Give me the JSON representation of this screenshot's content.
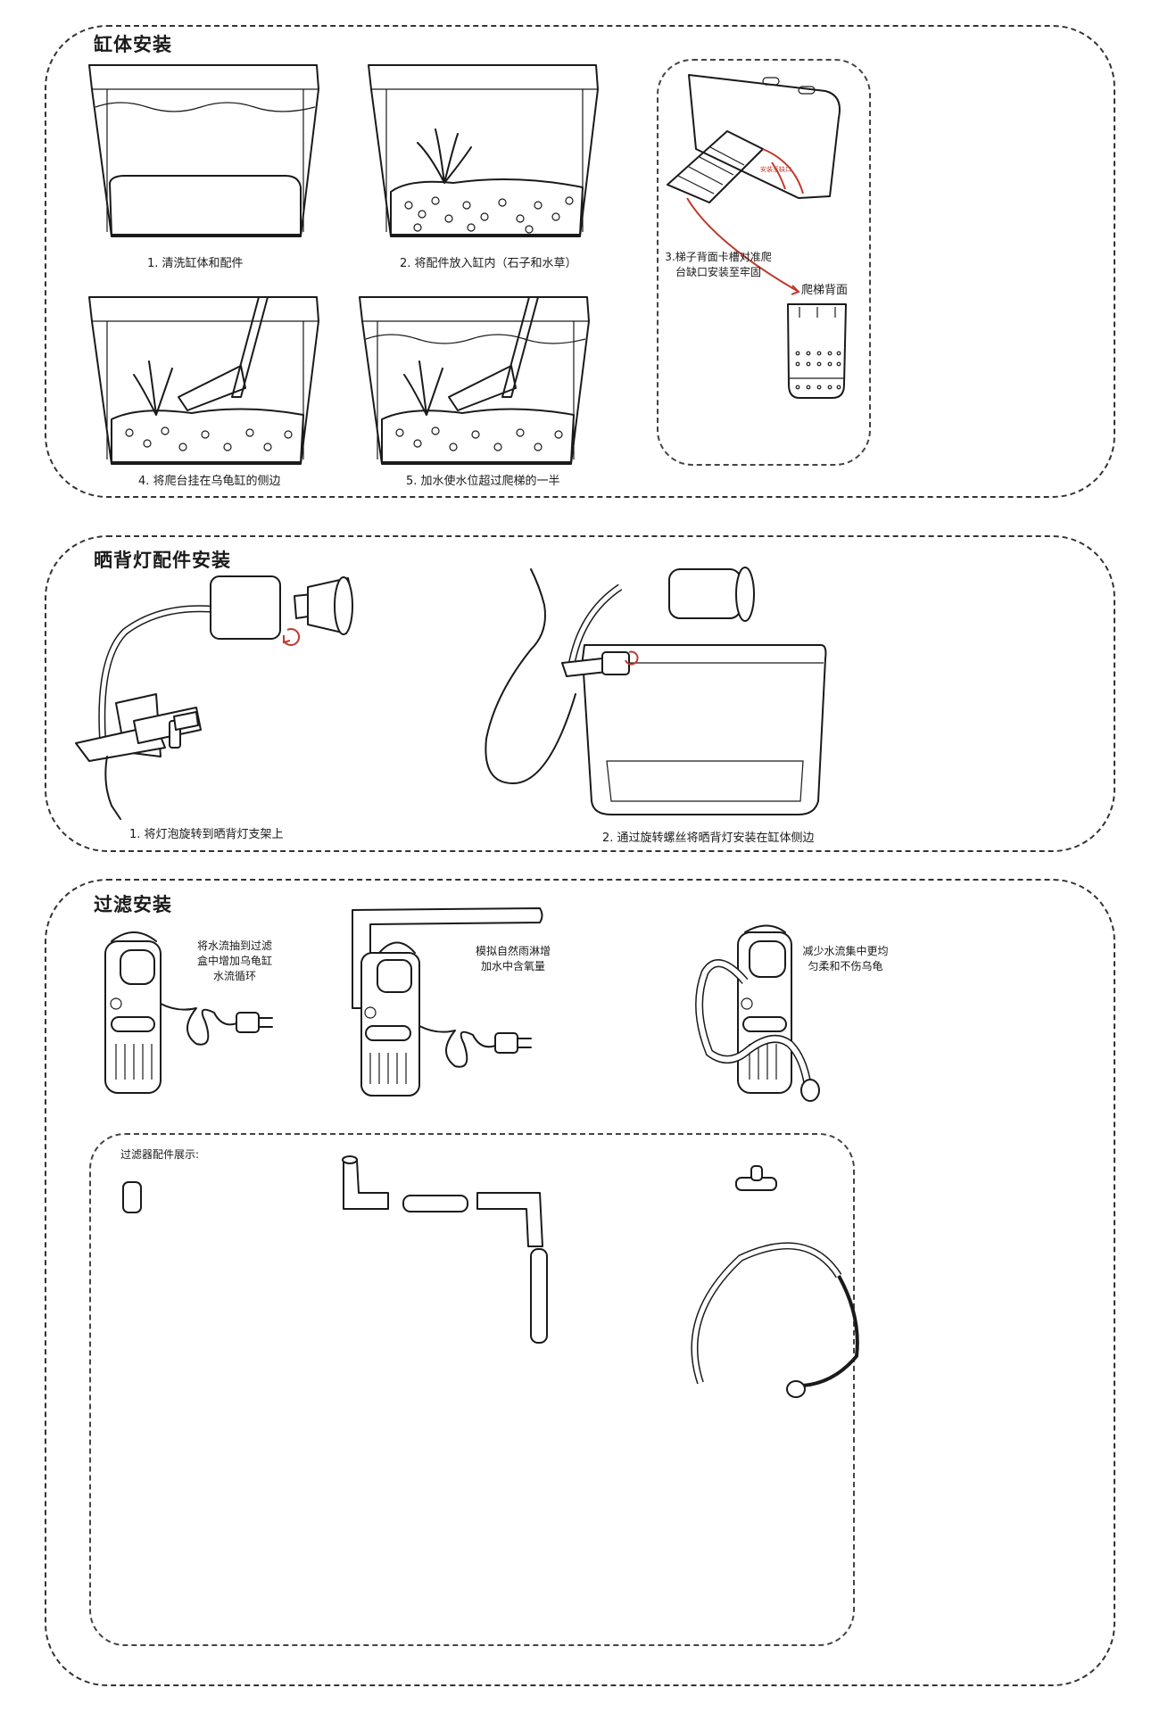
{
  "sections": {
    "tank": {
      "title": "缸体安装",
      "step1": "1. 清洗缸体和配件",
      "step2": "2. 将配件放入缸内（石子和水草）",
      "step3_line1": "3.梯子背面卡槽对准爬",
      "step3_line2": "台缺口安装至牢固",
      "ladder_back_label": "爬梯背面",
      "ladder_arrow_text": "安装至缺口",
      "step4": "4. 将爬台挂在乌龟缸的侧边",
      "step5": "5. 加水使水位超过爬梯的一半"
    },
    "lamp": {
      "title": "晒背灯配件安装",
      "step1": "1. 将灯泡旋转到晒背灯支架上",
      "step2": "2. 通过旋转螺丝将晒背灯安装在缸体侧边"
    },
    "filter": {
      "title": "过滤安装",
      "desc1": [
        "将水流抽到过滤",
        "盒中增加乌龟缸",
        "水流循环"
      ],
      "desc2": [
        "模拟自然雨淋增",
        "加水中含氧量"
      ],
      "desc3": [
        "减少水流集中更均",
        "匀柔和不伤乌龟"
      ],
      "accessories_title": "过滤器配件展示:"
    }
  },
  "colors": {
    "line": "#1a1a1a",
    "accent_red": "#c0392b",
    "background": "#ffffff"
  },
  "icons": [
    "rotate-icon",
    "arrow-icon"
  ]
}
